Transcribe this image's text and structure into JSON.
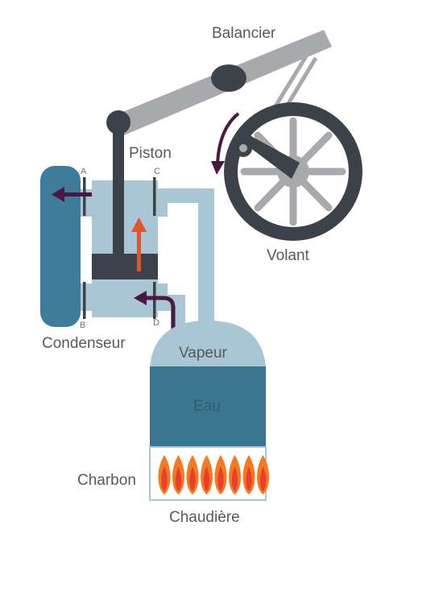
{
  "labels": {
    "balancier": "Balancier",
    "piston": "Piston",
    "volant": "Volant",
    "condenseur": "Condenseur",
    "vapeur": "Vapeur",
    "eau": "Eau",
    "charbon": "Charbon",
    "chaudiere": "Chaudière",
    "valve_a": "A",
    "valve_b": "B",
    "valve_c": "C",
    "valve_d": "D"
  },
  "colors": {
    "pipe": "#a8c6d4",
    "condenser": "#3e7d99",
    "boiler_water": "#3a7690",
    "dark_steel": "#3b4249",
    "beam": "#a7a9ac",
    "arrow_purple": "#4a1942",
    "arrow_orange": "#e2552b",
    "flame_outer": "#f47920",
    "flame_inner": "#e8402a"
  }
}
